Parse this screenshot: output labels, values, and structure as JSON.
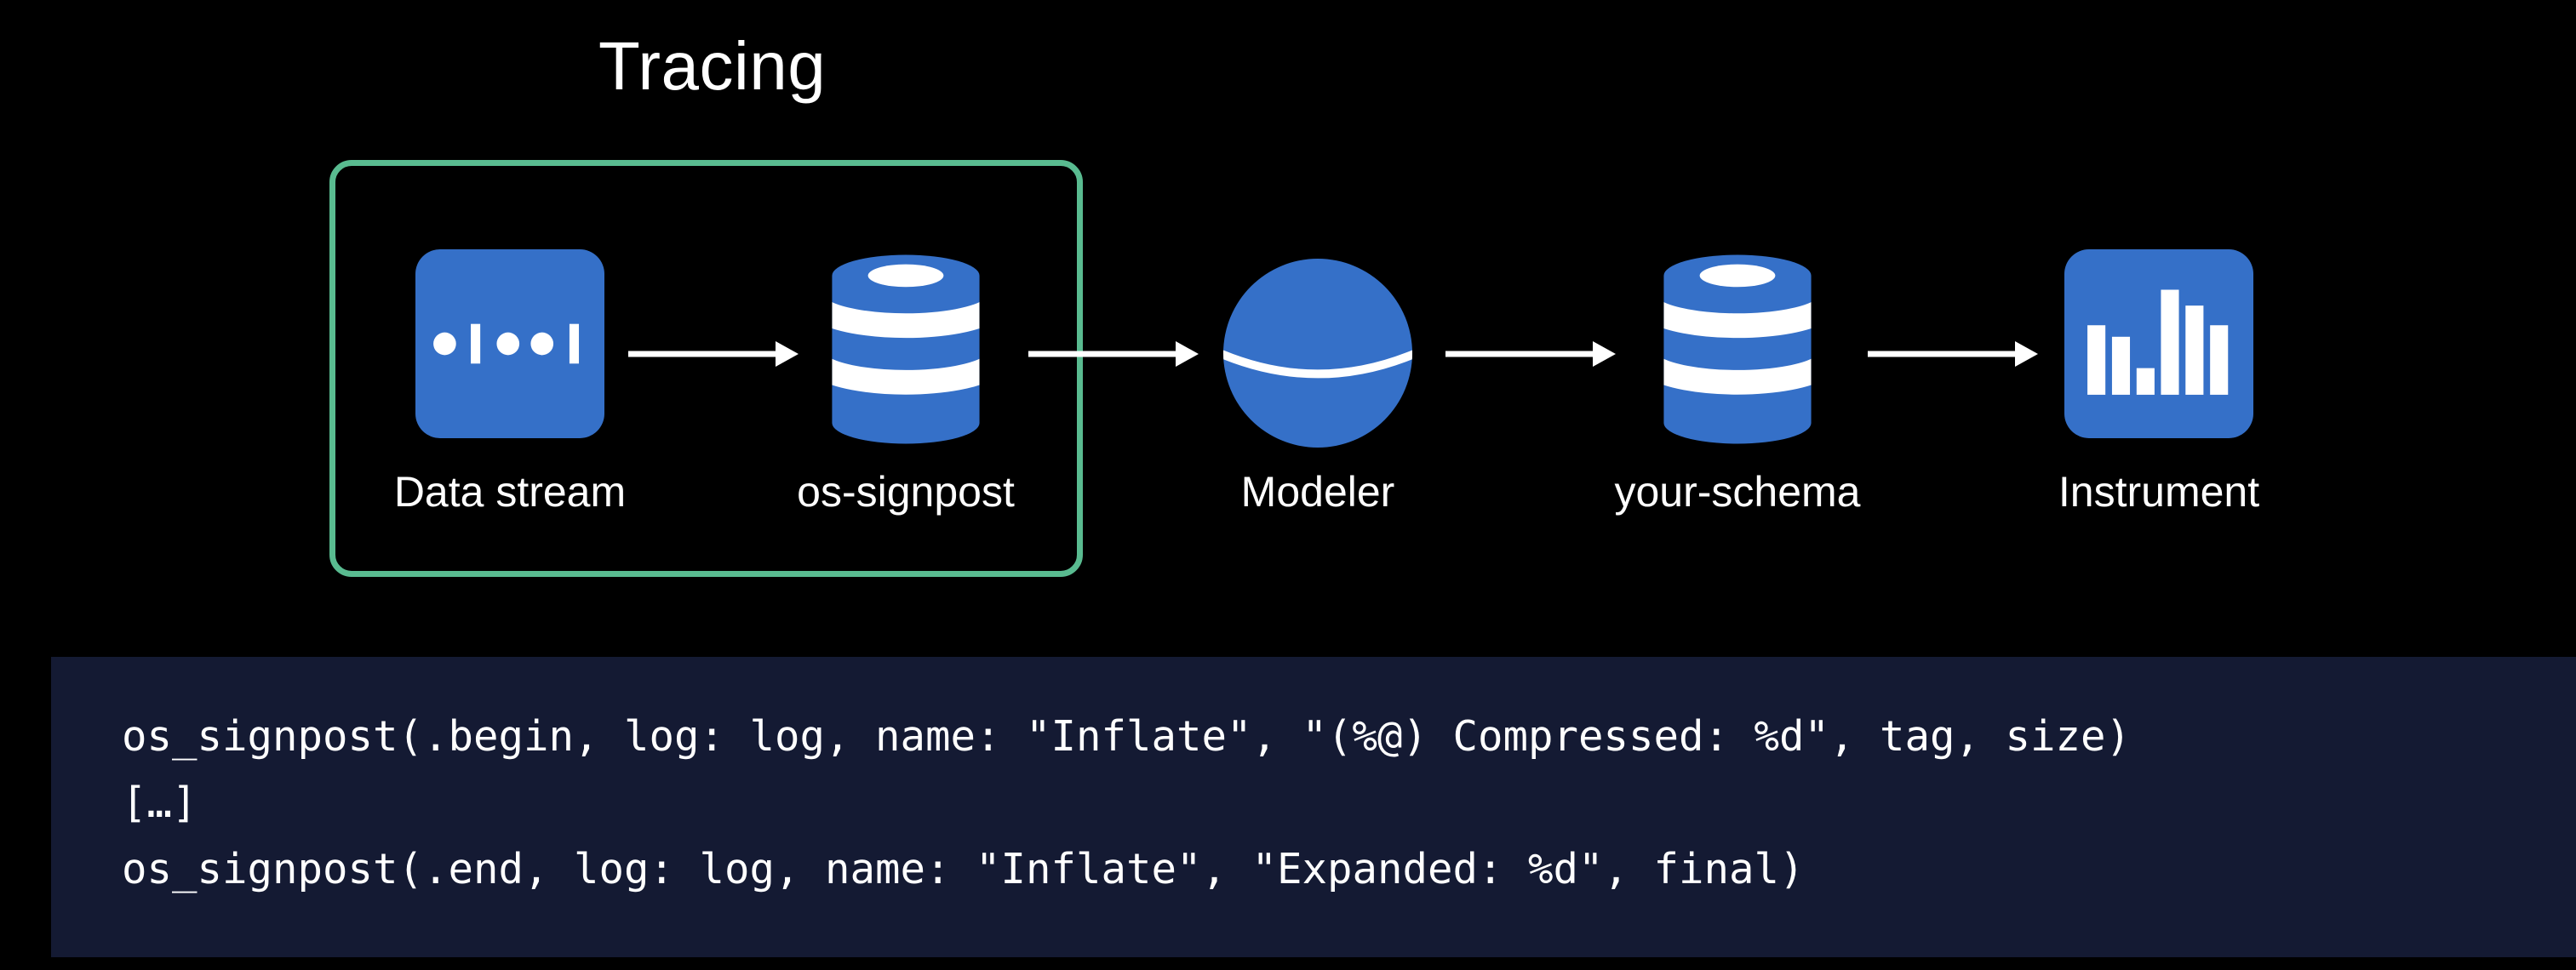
{
  "slide": {
    "title": "Tracing"
  },
  "colors": {
    "icon_blue": "#3570C8",
    "highlight_green": "#59BB90",
    "code_background": "#141A33",
    "text_white": "#FFFFFF",
    "slide_background": "#000000"
  },
  "diagram": {
    "nodes": [
      {
        "label": "Data stream",
        "icon": "data-stream-icon"
      },
      {
        "label": "os-signpost",
        "icon": "database-icon"
      },
      {
        "label": "Modeler",
        "icon": "sphere-icon"
      },
      {
        "label": "your-schema",
        "icon": "database-icon"
      },
      {
        "label": "Instrument",
        "icon": "bar-chart-icon"
      }
    ],
    "highlighted_nodes": [
      "Data stream",
      "os-signpost"
    ],
    "connector_style": "right-arrow"
  },
  "code": {
    "lines": [
      "os_signpost(.begin, log: log, name: \"Inflate\", \"(%@) Compressed: %d\", tag, size)",
      "[…]",
      "os_signpost(.end, log: log, name: \"Inflate\", \"Expanded: %d\", final)"
    ]
  }
}
